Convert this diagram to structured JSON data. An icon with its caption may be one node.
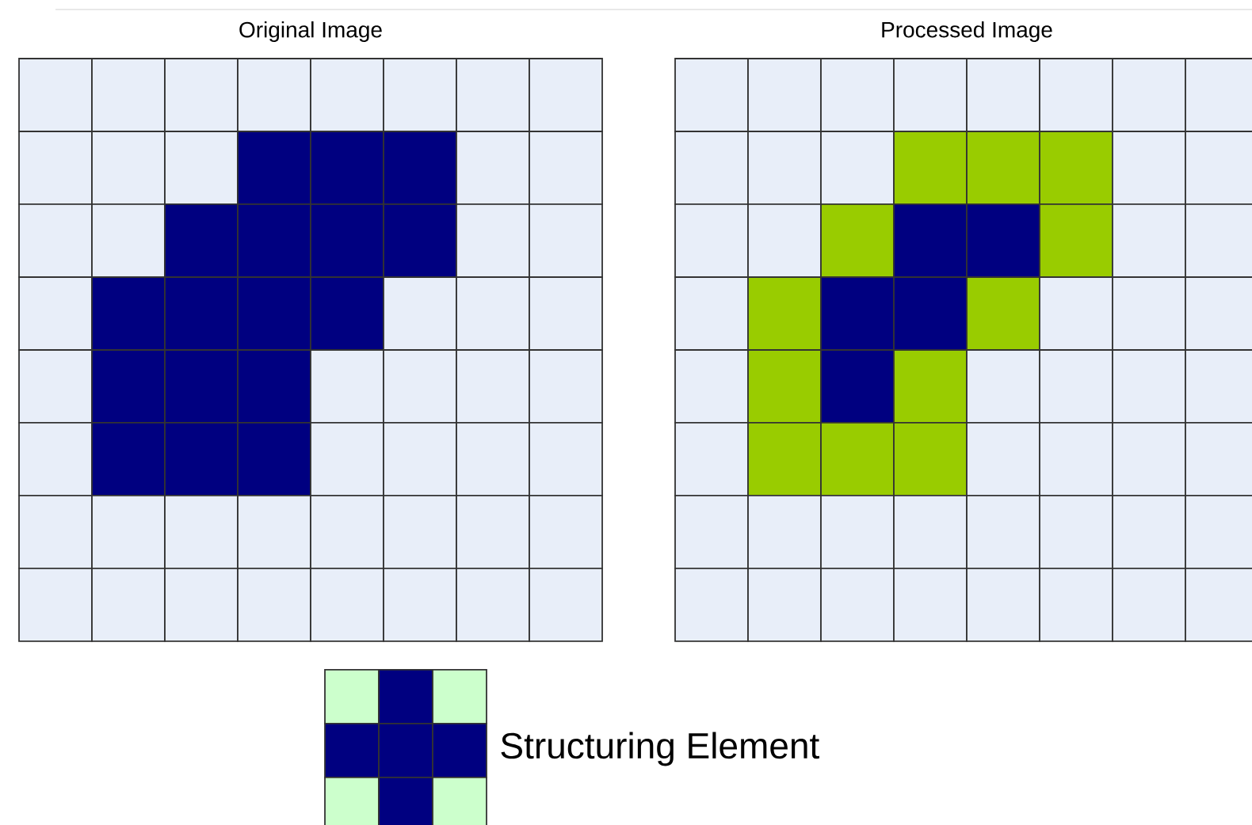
{
  "diagram": {
    "labels": [
      "Original Image",
      "Processed Image",
      "Structuring Element"
    ]
  }
}
